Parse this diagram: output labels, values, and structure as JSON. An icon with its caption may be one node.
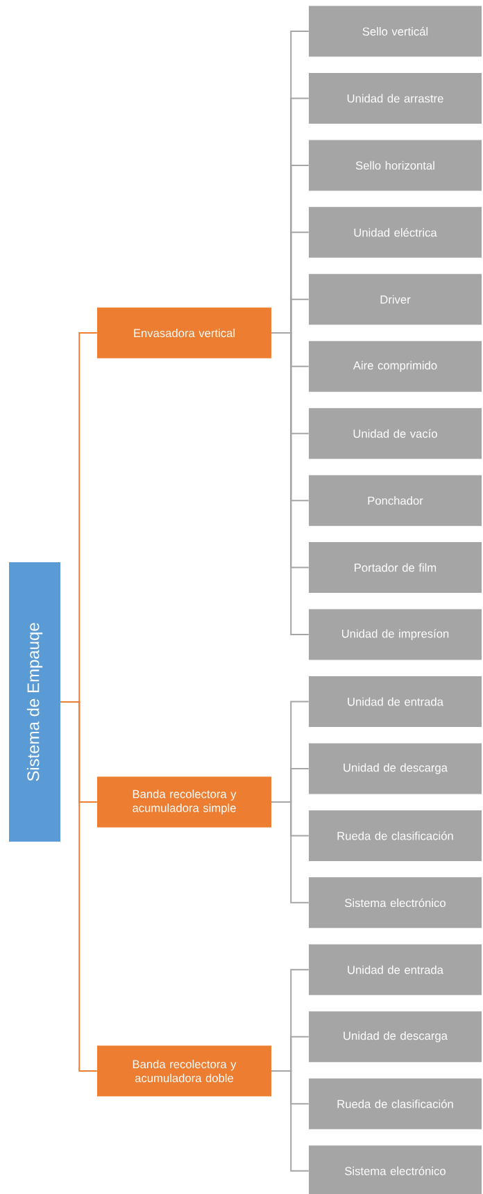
{
  "diagram": {
    "nodes": [
      {
        "text": [
          "Sistema de Empauqe"
        ]
      },
      {
        "text": [
          "Envasadora vertical"
        ]
      },
      {
        "text": [
          "Sello verticál"
        ]
      },
      {
        "text": [
          "Unidad de arrastre"
        ]
      },
      {
        "text": [
          "Sello horizontal"
        ]
      },
      {
        "text": [
          "Unidad eléctrica"
        ]
      },
      {
        "text": [
          "Driver"
        ]
      },
      {
        "text": [
          "Aire comprimido"
        ]
      },
      {
        "text": [
          "Unidad de vacío"
        ]
      },
      {
        "text": [
          "Ponchador"
        ]
      },
      {
        "text": [
          "Portador de film"
        ]
      },
      {
        "text": [
          "Unidad de impresíon"
        ]
      },
      {
        "text": [
          "Banda recolectora y acumuladora simple"
        ]
      },
      {
        "text": [
          "Unidad de entrada"
        ]
      },
      {
        "text": [
          "Unidad de descarga"
        ]
      },
      {
        "text": [
          "Rueda de clasificación"
        ]
      },
      {
        "text": [
          "Sistema electrónico"
        ]
      },
      {
        "text": [
          "Banda recolectora y acumuladora doble"
        ]
      },
      {
        "text": [
          "Unidad de entrada"
        ]
      },
      {
        "text": [
          "Unidad de descarga"
        ]
      },
      {
        "text": [
          "Rueda de clasificación"
        ]
      },
      {
        "text": [
          "Sistema electrónico"
        ]
      }
    ],
    "edges": [
      {
        "from": 0,
        "to": 1,
        "arrow": "none",
        "color": "#ed7d31"
      },
      {
        "from": 0,
        "to": 12,
        "arrow": "none",
        "color": "#ed7d31"
      },
      {
        "from": 0,
        "to": 17,
        "arrow": "none",
        "color": "#ed7d31"
      },
      {
        "from": 1,
        "to": 2,
        "arrow": "none"
      },
      {
        "from": 1,
        "to": 3,
        "arrow": "none"
      },
      {
        "from": 1,
        "to": 4,
        "arrow": "none"
      },
      {
        "from": 1,
        "to": 5,
        "arrow": "none"
      },
      {
        "from": 1,
        "to": 6,
        "arrow": "none"
      },
      {
        "from": 1,
        "to": 7,
        "arrow": "none"
      },
      {
        "from": 1,
        "to": 8,
        "arrow": "none"
      },
      {
        "from": 1,
        "to": 9,
        "arrow": "none"
      },
      {
        "from": 1,
        "to": 10,
        "arrow": "none"
      },
      {
        "from": 1,
        "to": 11,
        "arrow": "none"
      },
      {
        "from": 12,
        "to": 13,
        "arrow": "none"
      },
      {
        "from": 12,
        "to": 14,
        "arrow": "none"
      },
      {
        "from": 12,
        "to": 15,
        "arrow": "none"
      },
      {
        "from": 12,
        "to": 16,
        "arrow": "none"
      },
      {
        "from": 17,
        "to": 18,
        "arrow": "none"
      },
      {
        "from": 17,
        "to": 19,
        "arrow": "none"
      },
      {
        "from": 17,
        "to": 20,
        "arrow": "none"
      },
      {
        "from": 17,
        "to": 21,
        "arrow": "none"
      }
    ]
  }
}
